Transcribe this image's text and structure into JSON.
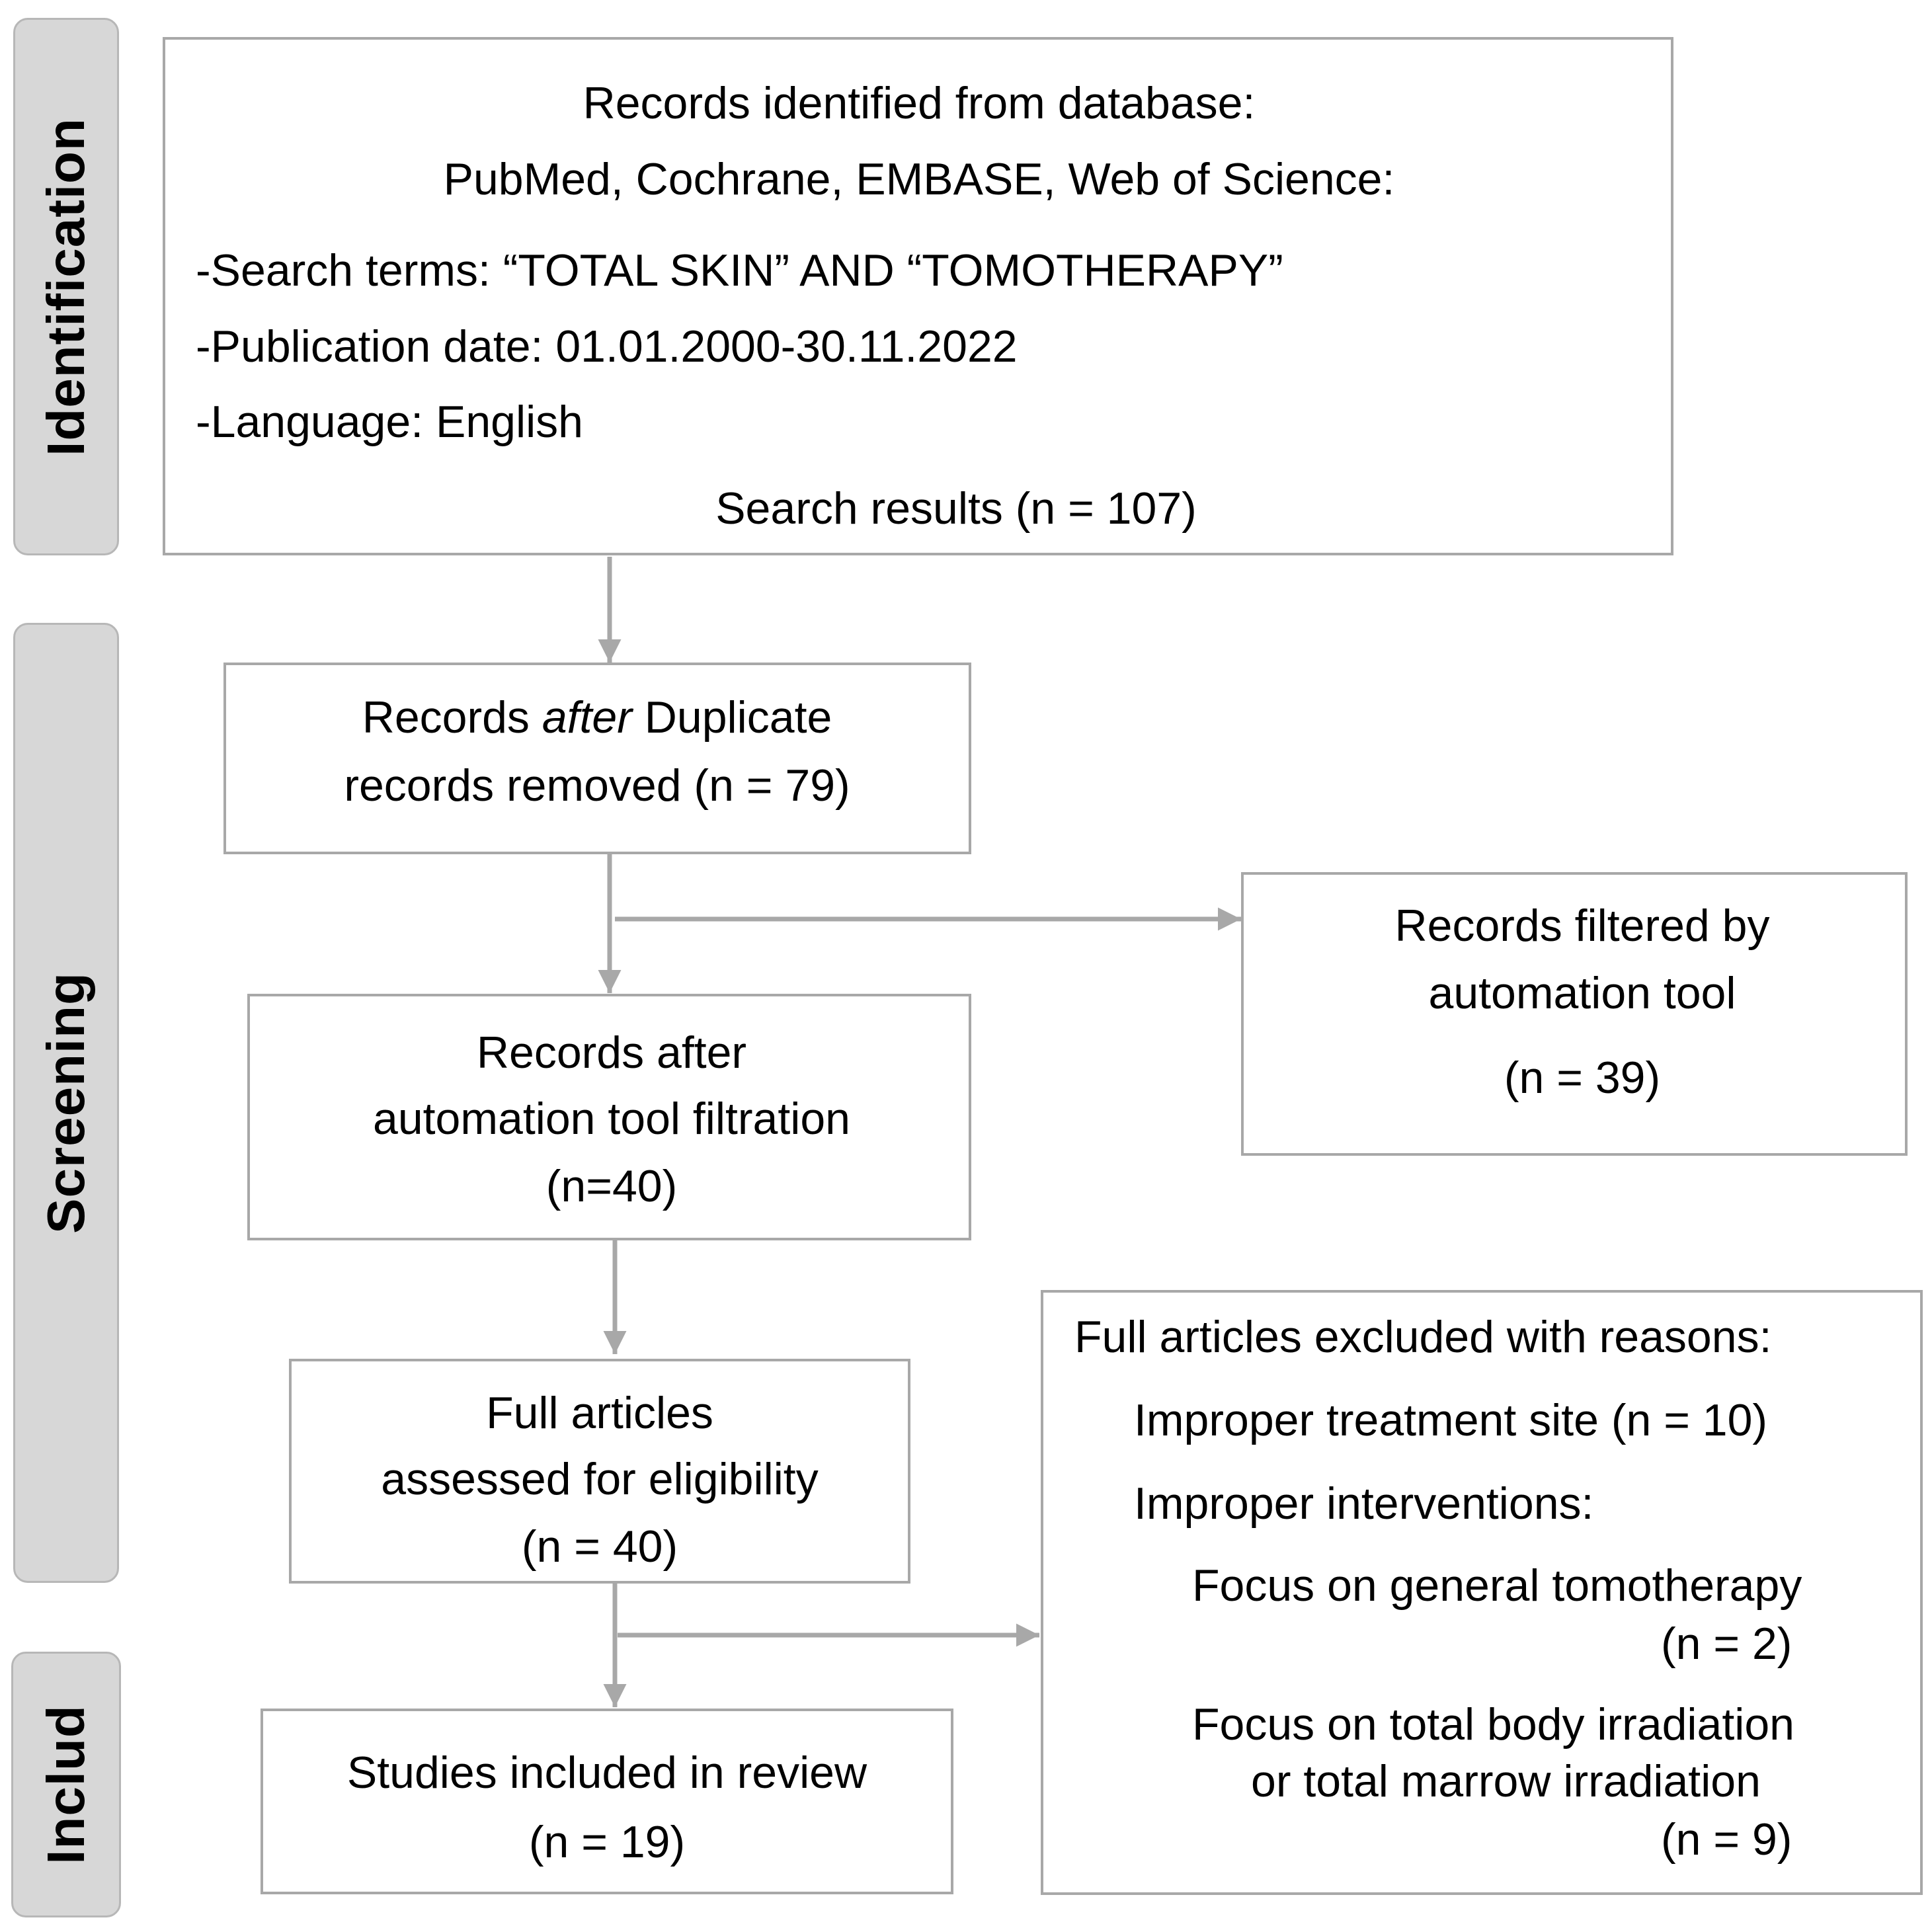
{
  "phases": {
    "identification": "Identification",
    "screening": "Screening",
    "included": "Includ"
  },
  "identification_box": {
    "line1": "Records identified from database:",
    "line2": "PubMed, Cochrane, EMBASE, Web of Science:",
    "search_terms": "-Search terms: “TOTAL SKIN” AND “TOMOTHERAPY”",
    "publication_date": "-Publication date: 01.01.2000-30.11.2022",
    "language": "-Language:  English",
    "results": "Search results (n = 107)"
  },
  "duplicates_box": {
    "line1_pre": "Records ",
    "line1_em": "after",
    "line1_post": " Duplicate",
    "line2": "records removed (n = 79)"
  },
  "filtered_box": {
    "line1": "Records filtered by",
    "line2": "automation tool",
    "line3": "(n = 39)"
  },
  "after_filtration_box": {
    "line1": "Records after",
    "line2": "automation tool filtration",
    "line3": "(n=40)"
  },
  "eligibility_box": {
    "line1": "Full articles",
    "line2": "assessed for eligibility",
    "line3": "(n = 40)"
  },
  "excluded_box": {
    "heading": "Full articles excluded with reasons:",
    "reason1": "Improper treatment site (n = 10)",
    "reason2": "Improper interventions:",
    "reason2a": "Focus on general tomotherapy",
    "reason2a_count": "(n = 2)",
    "reason2b_line1": "Focus on total body irradiation",
    "reason2b_line2": "or total marrow irradiation",
    "reason2b_count": "(n = 9)"
  },
  "included_box": {
    "line1": "Studies included in review",
    "line2": "(n = 19)"
  },
  "colors": {
    "box_border": "#a8a8a8",
    "arrow": "#a8a8a8",
    "phase_fill": "#d7d7d7"
  }
}
